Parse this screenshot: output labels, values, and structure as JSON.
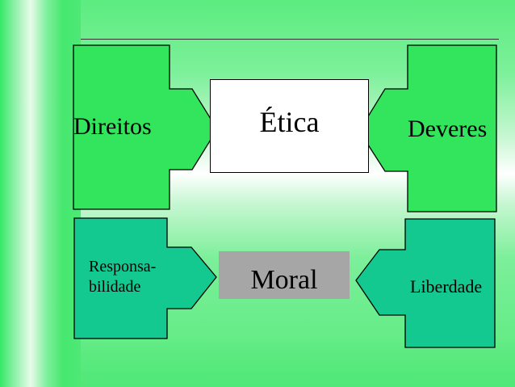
{
  "diagram": {
    "colors": {
      "top_shape_fill": "#33e55c",
      "bottom_shape_fill": "#14c98f",
      "etica_fill": "#ffffff",
      "moral_fill": "#a6a6a6",
      "outline": "#000000"
    },
    "left_top_label": "Direitos",
    "center_top_label": "Ética",
    "right_top_label": "Deveres",
    "left_bottom_label_line1": "Responsa-",
    "left_bottom_label_line2": "bilidade",
    "center_bottom_label": "Moral",
    "right_bottom_label": "Liberdade"
  }
}
